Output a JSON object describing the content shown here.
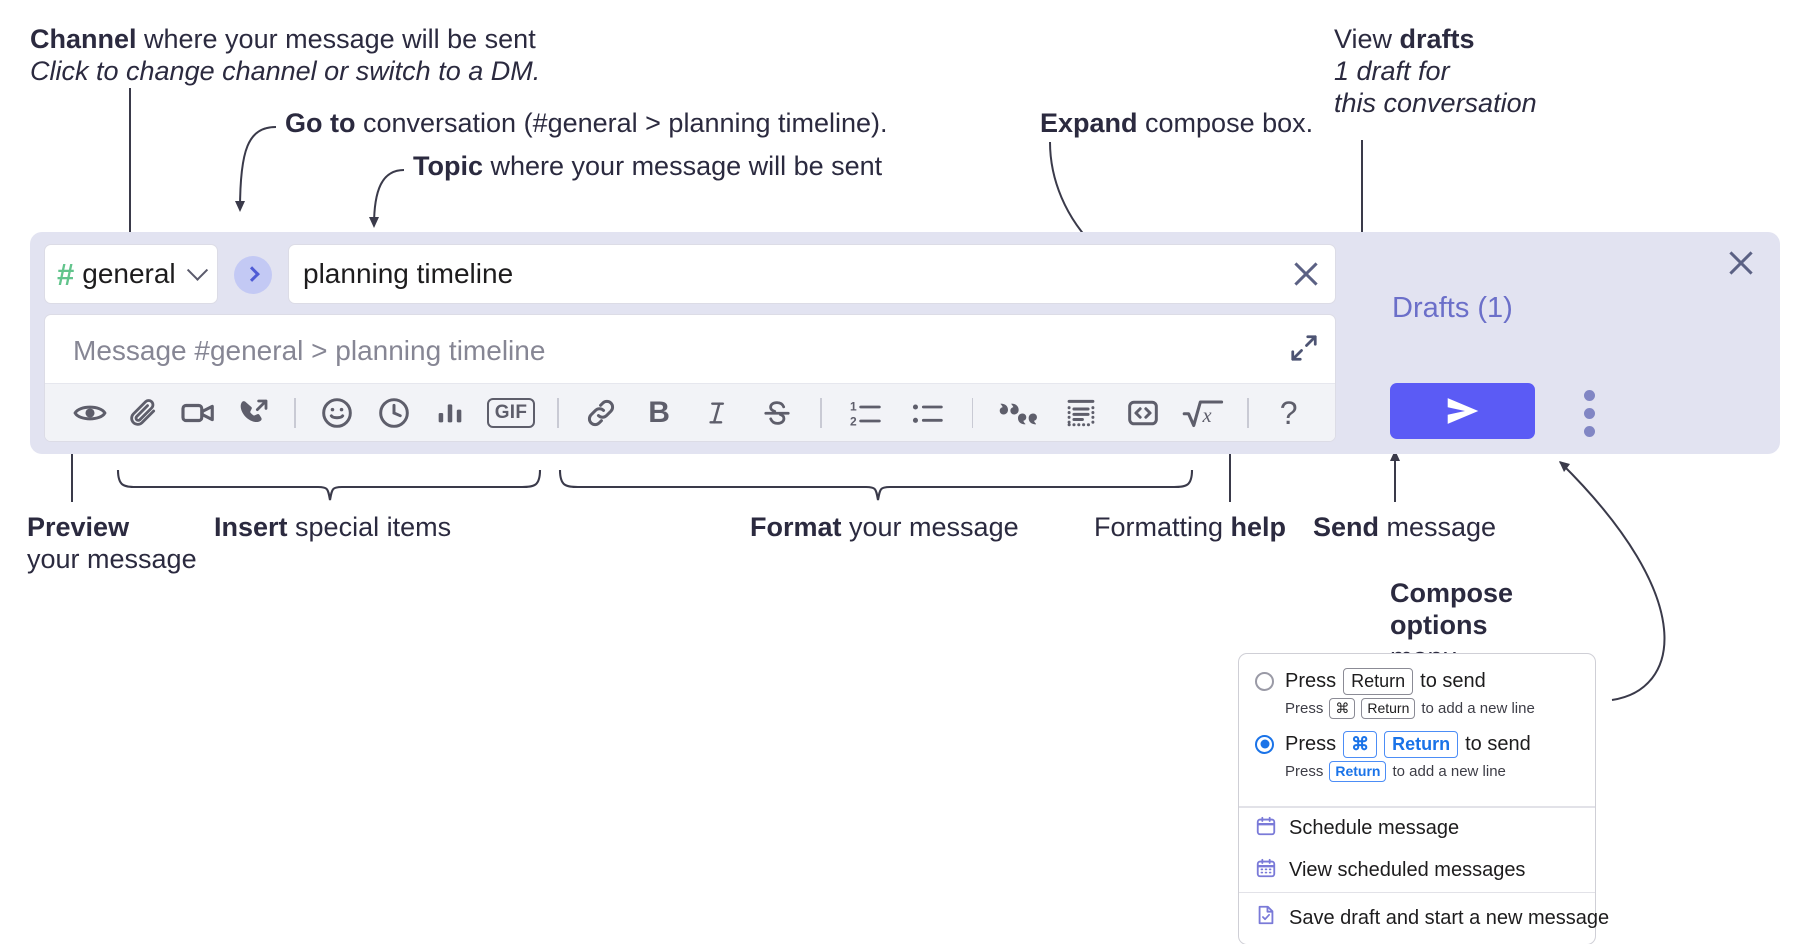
{
  "annotations": {
    "channel": {
      "bold": "Channel",
      "rest": " where your message will be sent",
      "italic": "Click to change channel or switch to a DM."
    },
    "goto": {
      "bold": "Go to",
      "rest": " conversation (#general > planning timeline)."
    },
    "topic": {
      "bold": "Topic",
      "rest": " where your message will be sent"
    },
    "expand": {
      "bold": "Expand",
      "rest": " compose box."
    },
    "drafts": {
      "pre": "View ",
      "bold": "drafts",
      "italic1": "1 draft for",
      "italic2": "this conversation"
    },
    "preview": {
      "bold": "Preview",
      "rest": "your message"
    },
    "insert": {
      "bold": "Insert",
      "rest": " special items"
    },
    "format": {
      "bold": "Format",
      "rest": " your message"
    },
    "help": {
      "pre": "Formatting ",
      "bold": "help"
    },
    "send": {
      "bold": "Send",
      "rest": " message"
    },
    "compose_options": {
      "bold1": "Compose",
      "bold2": "options",
      "rest": "menu"
    }
  },
  "compose": {
    "channel": {
      "hash": "#",
      "name": "general"
    },
    "topic": {
      "value": "planning timeline"
    },
    "message": {
      "placeholder": "Message #general > planning timeline"
    },
    "toolbar": {
      "insert_group": [
        "preview-icon",
        "attachment-icon",
        "video-icon",
        "audio-clip-icon"
      ],
      "insert_group2": [
        "emoji-icon",
        "schedule-icon",
        "poll-icon",
        "gif-icon"
      ],
      "format_group": [
        "link-icon",
        "bold-icon",
        "italic-icon",
        "strikethrough-icon"
      ],
      "list_group": [
        "ordered-list-icon",
        "bulleted-list-icon"
      ],
      "block_group": [
        "blockquote-icon",
        "code-block-icon",
        "code-inline-icon",
        "math-icon"
      ],
      "help": "?",
      "gif_label": "GIF",
      "bold_label": "B",
      "italic_label": "I"
    }
  },
  "rail": {
    "drafts_label": "Drafts (1)",
    "close_icon": "close-icon",
    "send_icon": "send-icon",
    "kebab_icon": "more-options-icon"
  },
  "options_menu": {
    "option1": {
      "selected": false,
      "press": "Press",
      "key": "Return",
      "suffix": "to send",
      "sub_press": "Press",
      "sub_key1": "⌘",
      "sub_key2": "Return",
      "sub_suffix": "to add a new line"
    },
    "option2": {
      "selected": true,
      "press": "Press",
      "key1": "⌘",
      "key2": "Return",
      "suffix": "to send",
      "sub_press": "Press",
      "sub_key": "Return",
      "sub_suffix": "to add a new line"
    },
    "items": [
      {
        "label": "Schedule message",
        "icon": "calendar-icon"
      },
      {
        "label": "View scheduled messages",
        "icon": "calendar-grid-icon"
      },
      {
        "label": "Save draft and start a new message",
        "icon": "draft-save-icon"
      }
    ]
  },
  "colors": {
    "accent": "#5b5bf5",
    "panel": "#e2e3f1",
    "hash_green": "#62c48c",
    "drafts_text": "#6b6fc9",
    "radio_blue": "#1a73e8"
  }
}
